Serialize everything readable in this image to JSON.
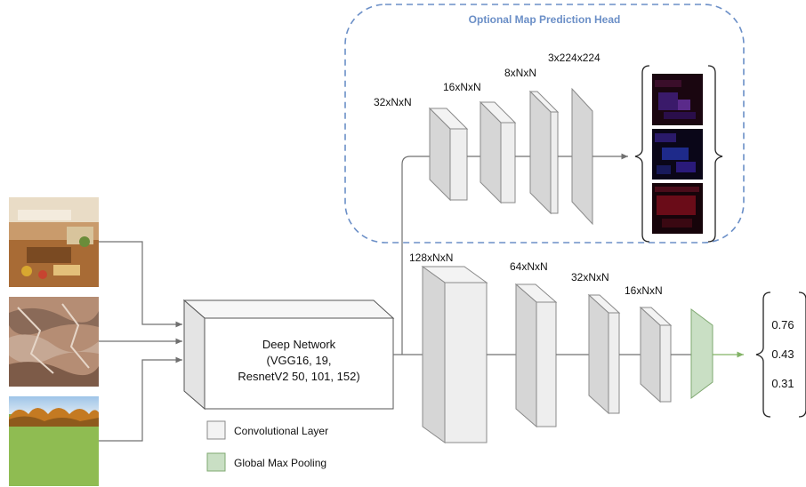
{
  "head_title": "Optional Map Prediction Head",
  "head_layers": [
    "32xNxN",
    "16xNxN",
    "8xNxN",
    "3x224x224"
  ],
  "main_layers": [
    "128xNxN",
    "64xNxN",
    "32xNxN",
    "16xNxN"
  ],
  "deep_network": {
    "line1": "Deep Network",
    "line2": "(VGG16, 19,",
    "line3": "ResnetV2 50, 101, 152)"
  },
  "legend": {
    "conv": "Convolutional Layer",
    "pool": "Global Max Pooling"
  },
  "outputs": [
    "0.76",
    "0.43",
    "0.31"
  ],
  "input_images": [
    "interior-room",
    "canyon-landscape",
    "autumn-field"
  ],
  "colors": {
    "dashed_border": "#6b8fc7",
    "head_title": "#6b8fc7",
    "layer_fill": "#eaeaea",
    "layer_side": "#d9d9d9",
    "pool_fill": "#c9dfc4",
    "pool_stroke": "#7fa870",
    "arrow": "#707070",
    "output_arrow": "#82b366"
  }
}
